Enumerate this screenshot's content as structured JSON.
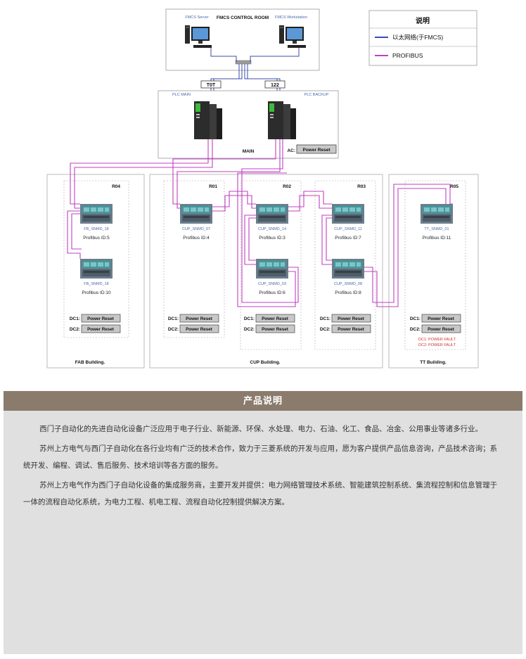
{
  "control_room": {
    "title": "FMCS CONTROL ROOM",
    "server_label": "FMCS Server",
    "workstation_label": "FMCS Workstation"
  },
  "main": {
    "label": "MAIN",
    "port_left": "T0T",
    "port_right": "122",
    "plc_left": "PLC MAIN",
    "plc_right": "PLC BACKUP",
    "ac_label": "AC:",
    "power_label": "Power Reset"
  },
  "legend": {
    "title": "说明",
    "items": [
      {
        "label": "以太网络(于FMCS)",
        "color": "#3a4bb0"
      },
      {
        "label": "PROFIBUS",
        "color": "#c040c0"
      }
    ]
  },
  "colors": {
    "ethernet": "#3a4bb0",
    "profibus": "#c040c0",
    "alarm": "#d03030"
  },
  "buildings": [
    {
      "name": "FAB Building."
    },
    {
      "name": "CUP Building."
    },
    {
      "name": "TT Building."
    }
  ],
  "zones": [
    {
      "id": "R04",
      "dc1": "DC1:",
      "dc2": "DC2:",
      "power": "Power Reset"
    },
    {
      "id": "R01",
      "dc1": "DC1:",
      "dc2": "DC2:",
      "power": "Power Reset"
    },
    {
      "id": "R02",
      "dc1": "DC1:",
      "dc2": "DC2:",
      "power": "Power Reset"
    },
    {
      "id": "R03",
      "dc1": "DC1:",
      "dc2": "DC2:",
      "power": "Power Reset"
    },
    {
      "id": "R05",
      "dc1": "DC1:",
      "dc2": "DC2:",
      "power": "Power Reset",
      "alarms": [
        "DC1: POWER FAULT",
        "DC2: POWER FAULT"
      ]
    }
  ],
  "modules": [
    {
      "tag": "FB_SNMD_18",
      "label": "Profibus ID:5"
    },
    {
      "tag": "FB_SNMD_18",
      "label": "Profibus ID:10"
    },
    {
      "tag": "CUP_SNMD_07",
      "label": "Profibus ID:4"
    },
    {
      "tag": "CUP_SNMD_14",
      "label": "Profibus ID:3"
    },
    {
      "tag": "CUP_SNMD_03",
      "label": "Profibus ID:6"
    },
    {
      "tag": "CUP_SNMD_11",
      "label": "Profibus ID:7"
    },
    {
      "tag": "CUP_SNMD_08",
      "label": "Profibus ID:8"
    },
    {
      "tag": "TT_SNMD_01",
      "label": "Profibus ID:11"
    }
  ],
  "product": {
    "header": "产品说明",
    "paragraphs": [
      "西门子自动化的先进自动化设备广泛应用于电子行业、新能源、环保、水处理、电力、石油、化工、食品、冶金、公用事业等诸多行业。",
      "苏州上方电气与西门子自动化在各行业均有广泛的技术合作，致力于三菱系统的开发与应用，愿为客户提供产品信息咨询，产品技术咨询；系统开发、编程、调试、售后服务、技术培训等各方面的服务。",
      "苏州上方电气作为西门子自动化设备的集成服务商，主要开发并提供：电力网络管理技术系统、智能建筑控制系统、集流程控制和信息管理于一体的流程自动化系统，为电力工程、机电工程、流程自动化控制提供解决方案。"
    ]
  }
}
